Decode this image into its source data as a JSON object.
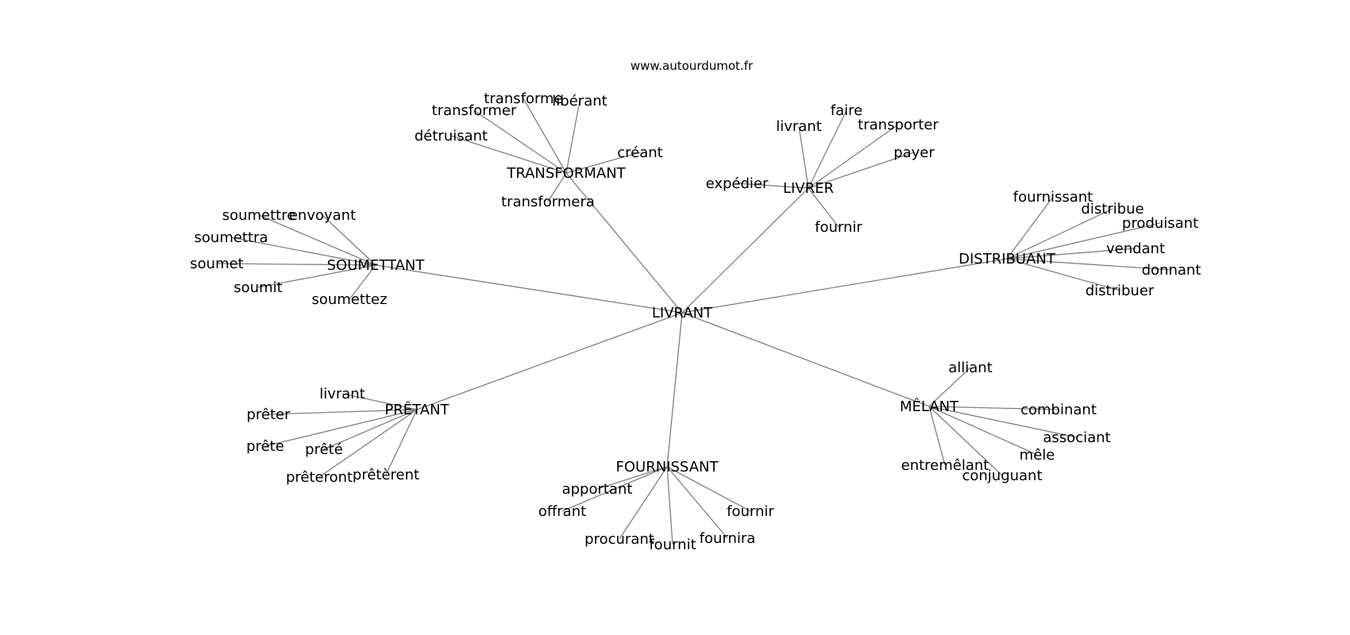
{
  "site": "www.autourdumot.fr",
  "center": "LIVRANT",
  "clusters": [
    {
      "label": "TRANSFORMANT",
      "leaves": [
        "transforme",
        "libérant",
        "transformer",
        "détruisant",
        "créant",
        "transformera"
      ]
    },
    {
      "label": "LIVRER",
      "leaves": [
        "faire",
        "livrant",
        "transporter",
        "payer",
        "expédier",
        "fournir"
      ]
    },
    {
      "label": "SOUMETTANT",
      "leaves": [
        "soumettre",
        "envoyant",
        "soumettra",
        "soumet",
        "soumit",
        "soumettez"
      ]
    },
    {
      "label": "DISTRIBUANT",
      "leaves": [
        "fournissant",
        "distribue",
        "produisant",
        "vendant",
        "donnant",
        "distribuer"
      ]
    },
    {
      "label": "PRÊTANT",
      "leaves": [
        "livrant",
        "prêter",
        "prête",
        "prêté",
        "prêteront",
        "prêtèrent"
      ]
    },
    {
      "label": "FOURNISSANT",
      "leaves": [
        "apportant",
        "offrant",
        "procurant",
        "fournit",
        "fournira",
        "fournir"
      ]
    },
    {
      "label": "MÊLANT",
      "leaves": [
        "alliant",
        "combinant",
        "associant",
        "mêle",
        "entremêlant",
        "conjuguant"
      ]
    }
  ]
}
